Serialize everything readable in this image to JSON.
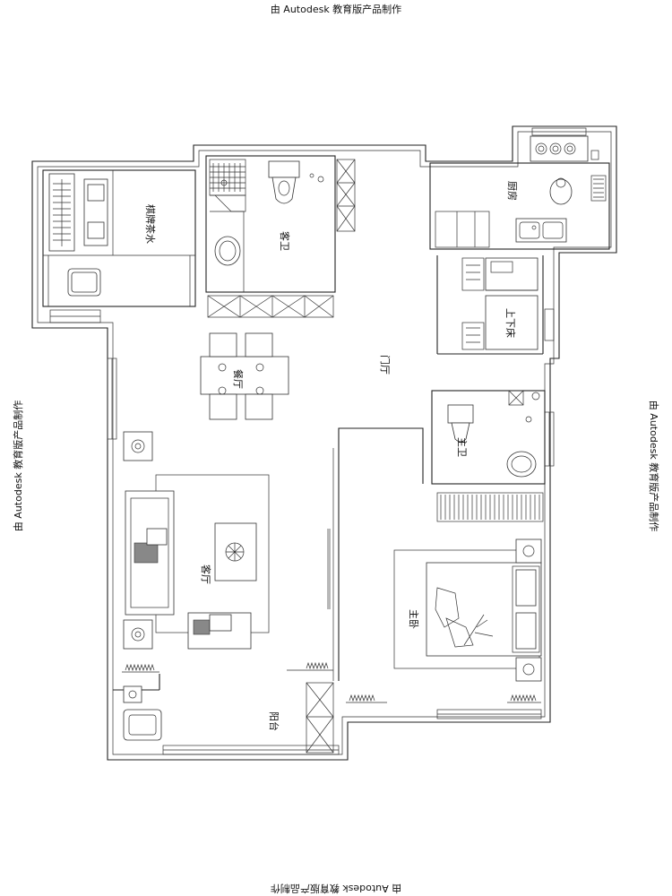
{
  "watermark": "由 Autodesk 教育版产品制作",
  "rooms": {
    "lounge": "棋牌茶水",
    "guest_bath": "客卫",
    "kitchen": "厨房",
    "bunk_room": "上下床",
    "entrance": "门厅",
    "dining": "餐厅",
    "master_bath": "主卫",
    "living": "客厅",
    "master_bedroom": "主卧",
    "balcony": "阳台"
  }
}
